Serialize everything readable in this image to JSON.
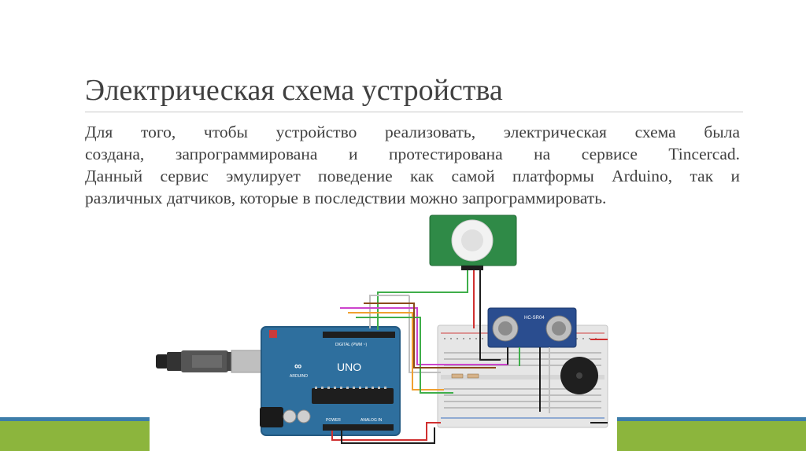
{
  "slide": {
    "title": "Электрическая схема устройства",
    "paragraph_lines": [
      "Для того, чтобы устройство реализовать, электрическая схема была",
      "создана, запрограммирована и протестирована на сервисе Tincercad.",
      "Данный сервис эмулирует поведение как самой платформы Arduino, так и",
      "различных датчиков, которые в последствии можно запрограммировать."
    ]
  },
  "diagram": {
    "board_logo": "ARDUINO",
    "board_model": "UNO",
    "header_digital": "DIGITAL (PWM ~)",
    "header_power": "POWER",
    "header_analog": "ANALOG IN",
    "ultrasonic_label": "HC-SR04",
    "colors": {
      "board": "#2e6f9e",
      "breadboard": "#e6e6e6",
      "sensor_pcb": "#2f8a47",
      "ultrasonic_pcb": "#2a4d8f",
      "accent_blue": "#3d7da9",
      "accent_green": "#8cb53d"
    }
  }
}
